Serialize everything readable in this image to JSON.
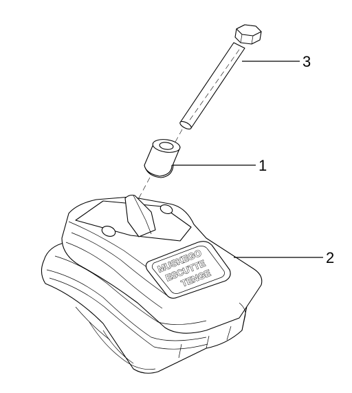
{
  "callouts": [
    {
      "id": "bolt",
      "label": "3"
    },
    {
      "id": "spacer",
      "label": "1"
    },
    {
      "id": "block",
      "label": "2"
    }
  ],
  "block_engraving": {
    "line1": "MUSKEGO",
    "line2": "ESCUTTE",
    "line3": "TENGE"
  }
}
